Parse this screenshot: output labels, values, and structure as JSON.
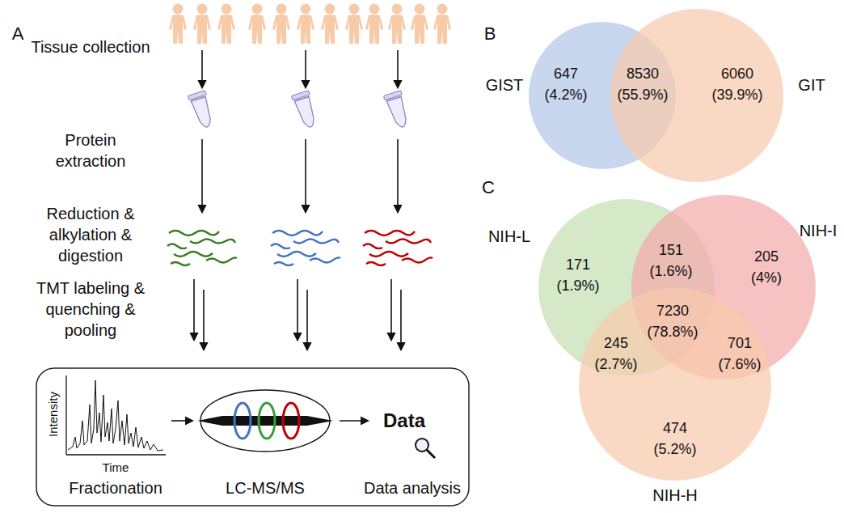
{
  "diagram": {
    "nodes": [
      {
        "text": [
          "GIST"
        ]
      },
      {
        "text": [
          "GIT"
        ]
      },
      {
        "text": [
          "NIH-L"
        ]
      },
      {
        "text": [
          "NIH-I"
        ]
      },
      {
        "text": [
          "NIH-H"
        ]
      }
    ],
    "labels": [
      "A",
      "Tissue collection",
      "Protein extraction",
      "Reduction & alkylation & digestion",
      "TMT labeling & quenching & pooling",
      "Intensity",
      "Time",
      "Fractionation",
      "LC-MS/MS",
      "Data",
      "Data analysis",
      "B",
      "647",
      "(4.2%)",
      "8530",
      "(55.9%)",
      "6060",
      "(39.9%)",
      "C",
      "171",
      "(1.9%)",
      "151",
      "(1.6%)",
      "205",
      "(4%)",
      "7230",
      "(78.8%)",
      "245",
      "(2.7%)",
      "701",
      "(7.6%)",
      "474",
      "(5.2%)"
    ]
  }
}
